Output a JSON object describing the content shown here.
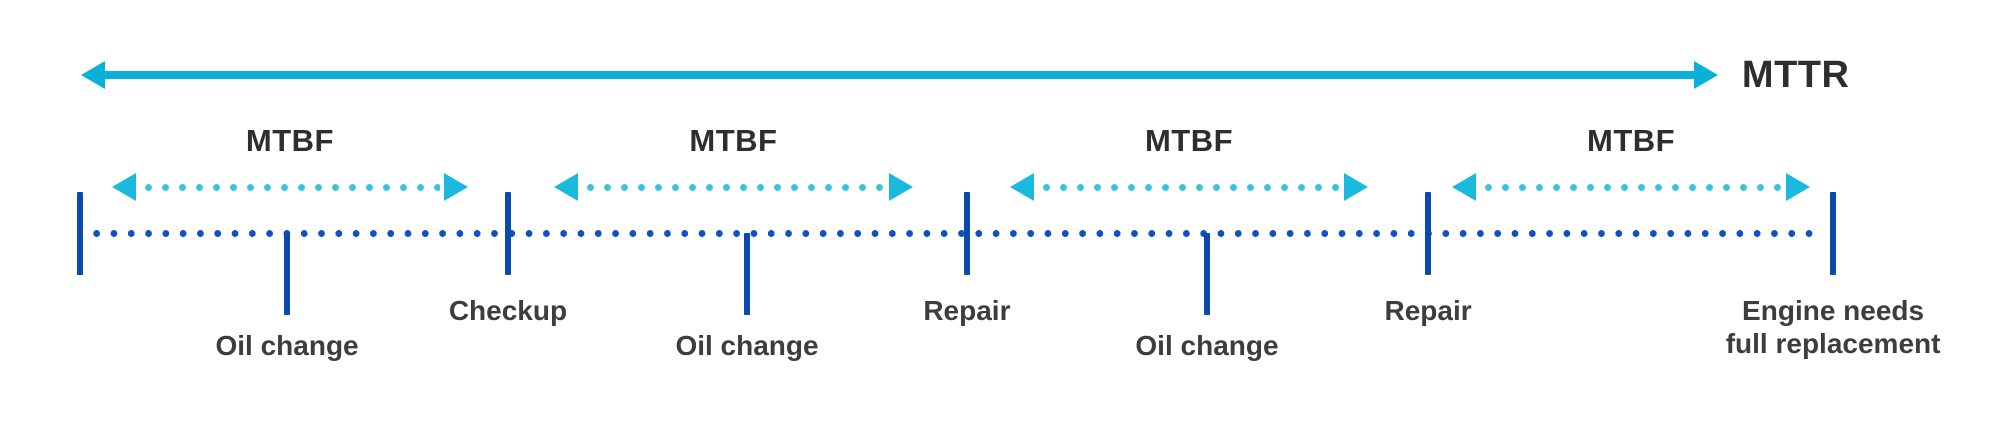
{
  "colors": {
    "cyan_solid": "#0ab1d7",
    "cyan_head": "#1cb9de",
    "cyan_dot": "#38c3e3",
    "blue_dot": "#0e53bd",
    "blue_tick": "#0b4aad",
    "heading_text": "#2e2e2e",
    "label_text": "#3d3d3d"
  },
  "mttr": {
    "label": "MTTR",
    "start_pct": 4.05,
    "end_pct": 85.94,
    "label_left_pct": 87.14
  },
  "mtbf_spans": [
    {
      "label": "MTBF",
      "start_pct": 5.6,
      "end_pct": 23.41
    },
    {
      "label": "MTBF",
      "start_pct": 27.71,
      "end_pct": 45.67
    },
    {
      "label": "MTBF",
      "start_pct": 50.53,
      "end_pct": 68.43
    },
    {
      "label": "MTBF",
      "start_pct": 72.64,
      "end_pct": 90.55
    }
  ],
  "timeline": {
    "dots_start_pct": 4.4,
    "dots_end_pct": 91.1,
    "ticks": [
      {
        "x_pct": 4.0,
        "label_lines": []
      },
      {
        "x_pct": 25.41,
        "label_lines": [
          "Checkup"
        ]
      },
      {
        "x_pct": 48.37,
        "label_lines": [
          "Repair"
        ]
      },
      {
        "x_pct": 71.44,
        "label_lines": [
          "Repair"
        ]
      },
      {
        "x_pct": 91.7,
        "label_lines": [
          "Engine needs",
          "full replacement"
        ]
      }
    ],
    "events": [
      {
        "x_pct": 14.36,
        "label": "Oil change"
      },
      {
        "x_pct": 37.37,
        "label": "Oil change"
      },
      {
        "x_pct": 60.38,
        "label": "Oil change"
      }
    ]
  }
}
